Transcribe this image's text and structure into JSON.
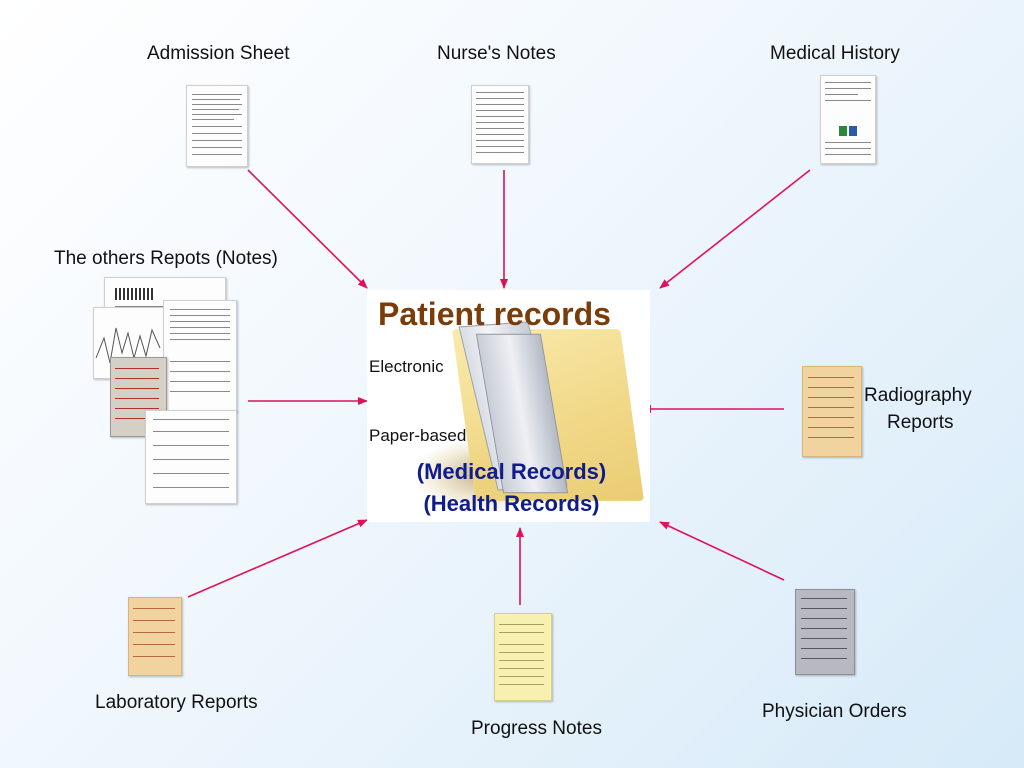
{
  "center": {
    "title": "Patient records",
    "electronic": "Electronic",
    "paper_based": "Paper-based",
    "medical_records": "(Medical Records)",
    "health_records": "(Health Records)"
  },
  "sources": {
    "admission_sheet": "Admission Sheet",
    "nurses_notes": "Nurse's Notes",
    "medical_history": "Medical History",
    "other_reports": "The others Repots (Notes)",
    "radiography_1": "Radiography",
    "radiography_2": "Reports",
    "laboratory_reports": "Laboratory Reports",
    "progress_notes": "Progress Notes",
    "physician_orders": "Physician Orders"
  },
  "colors": {
    "arrow": "#e0105a",
    "title": "#7a3c08",
    "records_text": "#101c8c"
  }
}
